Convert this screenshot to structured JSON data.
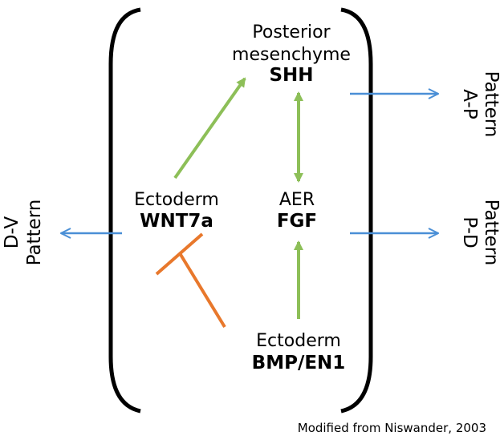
{
  "nodes": {
    "posterior_mesenchyme": {
      "line1": "Posterior",
      "line2": "mesenchyme",
      "gene": "SHH"
    },
    "ectoderm_wnt": {
      "name": "Ectoderm",
      "gene": "WNT7a"
    },
    "aer": {
      "name": "AER",
      "gene": "FGF"
    },
    "ectoderm_bmp": {
      "name": "Ectoderm",
      "gene": "BMP/EN1"
    }
  },
  "outputs": {
    "ap": {
      "line1": "A-P",
      "line2": "Pattern"
    },
    "pd": {
      "line1": "P-D",
      "line2": "Pattern"
    },
    "dv": {
      "line1": "D-V",
      "line2": "Pattern"
    }
  },
  "citation": "Modified from Niswander, 2003",
  "colors": {
    "activation": "#8dbf58",
    "inhibition": "#e8782c",
    "output": "#4a8fd6",
    "bracket": "#000000"
  }
}
